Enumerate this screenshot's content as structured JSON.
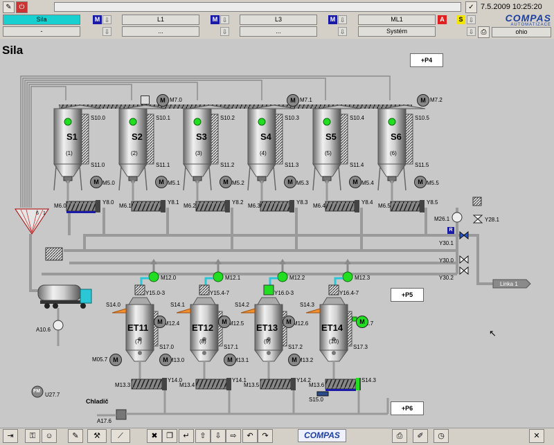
{
  "header": {
    "datetime": "7.5.2009 10:25:20",
    "brand_line1": "COMPAS",
    "brand_line2": "AUTOMATIZACE",
    "user": "ohio",
    "row1": [
      {
        "label": "Sila",
        "active": true
      },
      {
        "label": "L1",
        "active": false
      },
      {
        "label": "L3",
        "active": false
      },
      {
        "label": "ML1",
        "active": false
      }
    ],
    "row2": [
      {
        "label": "-"
      },
      {
        "label": "..."
      },
      {
        "label": "..."
      },
      {
        "label": "Systém"
      }
    ],
    "m_badge": "M",
    "alarm_a": "A",
    "alarm_s": "S"
  },
  "page_title": "Sila",
  "panels": {
    "p4": "+P4",
    "p5": "+P5",
    "p6": "+P6"
  },
  "silos": [
    {
      "name": "S1",
      "num": "(1)",
      "top": "S10.0",
      "bot": "S11.0",
      "motor": "M5.0",
      "scr": "M6.0",
      "y": "Y8.0"
    },
    {
      "name": "S2",
      "num": "(2)",
      "top": "S10.1",
      "bot": "S11.1",
      "motor": "M5.1",
      "scr": "M6.1",
      "y": "Y8.1"
    },
    {
      "name": "S3",
      "num": "(3)",
      "top": "S10.2",
      "bot": "S11.2",
      "motor": "M5.2",
      "scr": "M6.2",
      "y": "Y8.2"
    },
    {
      "name": "S4",
      "num": "(4)",
      "top": "S10.3",
      "bot": "S11.3",
      "motor": "M5.3",
      "scr": "M6.3",
      "y": "Y8.3"
    },
    {
      "name": "S5",
      "num": "(5)",
      "top": "S10.4",
      "bot": "S11.4",
      "motor": "M5.4",
      "scr": "M6.4",
      "y": "Y8.4"
    },
    {
      "name": "S6",
      "num": "(6)",
      "top": "S10.5",
      "bot": "S11.5",
      "motor": "M5.5",
      "scr": "M6.5",
      "y": "Y8.5"
    }
  ],
  "top_motors": {
    "m70": "M7.0",
    "m71": "M7.1",
    "m72": "M7.2"
  },
  "tanks": [
    {
      "name": "ET11",
      "num": "(7)",
      "fan": "M12.0",
      "y15": "Y15.0-3",
      "s14": "S14.0",
      "m124": "M12.4",
      "s17": "S17.0",
      "m13": "M13.0",
      "scr": "M13.3",
      "y14": "Y14.0"
    },
    {
      "name": "ET12",
      "num": "(8)",
      "fan": "M12.1",
      "y15": "Y15.4-7",
      "s14": "S14.1",
      "m124": "M12.5",
      "s17": "S17.1",
      "m13": "M13.1",
      "scr": "M13.4",
      "y14": "Y14.1"
    },
    {
      "name": "ET13",
      "num": "(9)",
      "fan": "M12.2",
      "y15": "Y16.0-3",
      "s14": "S14.2",
      "m124": "M12.6",
      "s17": "S17.2",
      "m13": "M13.2",
      "scr": "M13.5",
      "y14": "Y14.2"
    },
    {
      "name": "ET14",
      "num": "(10)",
      "fan": "M12.3",
      "y15": "Y16.4-7",
      "s14": "S14.3",
      "m124": "M12.7",
      "s17": "S17.3",
      "m13": "",
      "scr": "M13.6",
      "y14": "S14.3"
    }
  ],
  "misc": {
    "m057": "M05.7",
    "m261": "M26.1",
    "y281": "Y28.1",
    "y301": "Y30.1",
    "y300": "Y30.0",
    "y302": "Y30.2",
    "linka": "Linka 1",
    "a106": "A10.6",
    "u277": "U27.7",
    "fm": "FM",
    "chladic": "Chladič",
    "a176": "A17.6",
    "s150": "S15.0",
    "dist_left": "6",
    "dist_right": "1"
  },
  "footer": {
    "brand": "COMPAS"
  },
  "colors": {
    "accent": "#19d0d0",
    "badge": "#1a1aa8",
    "green": "#22dd22",
    "pipe": "#8c8c8c"
  }
}
